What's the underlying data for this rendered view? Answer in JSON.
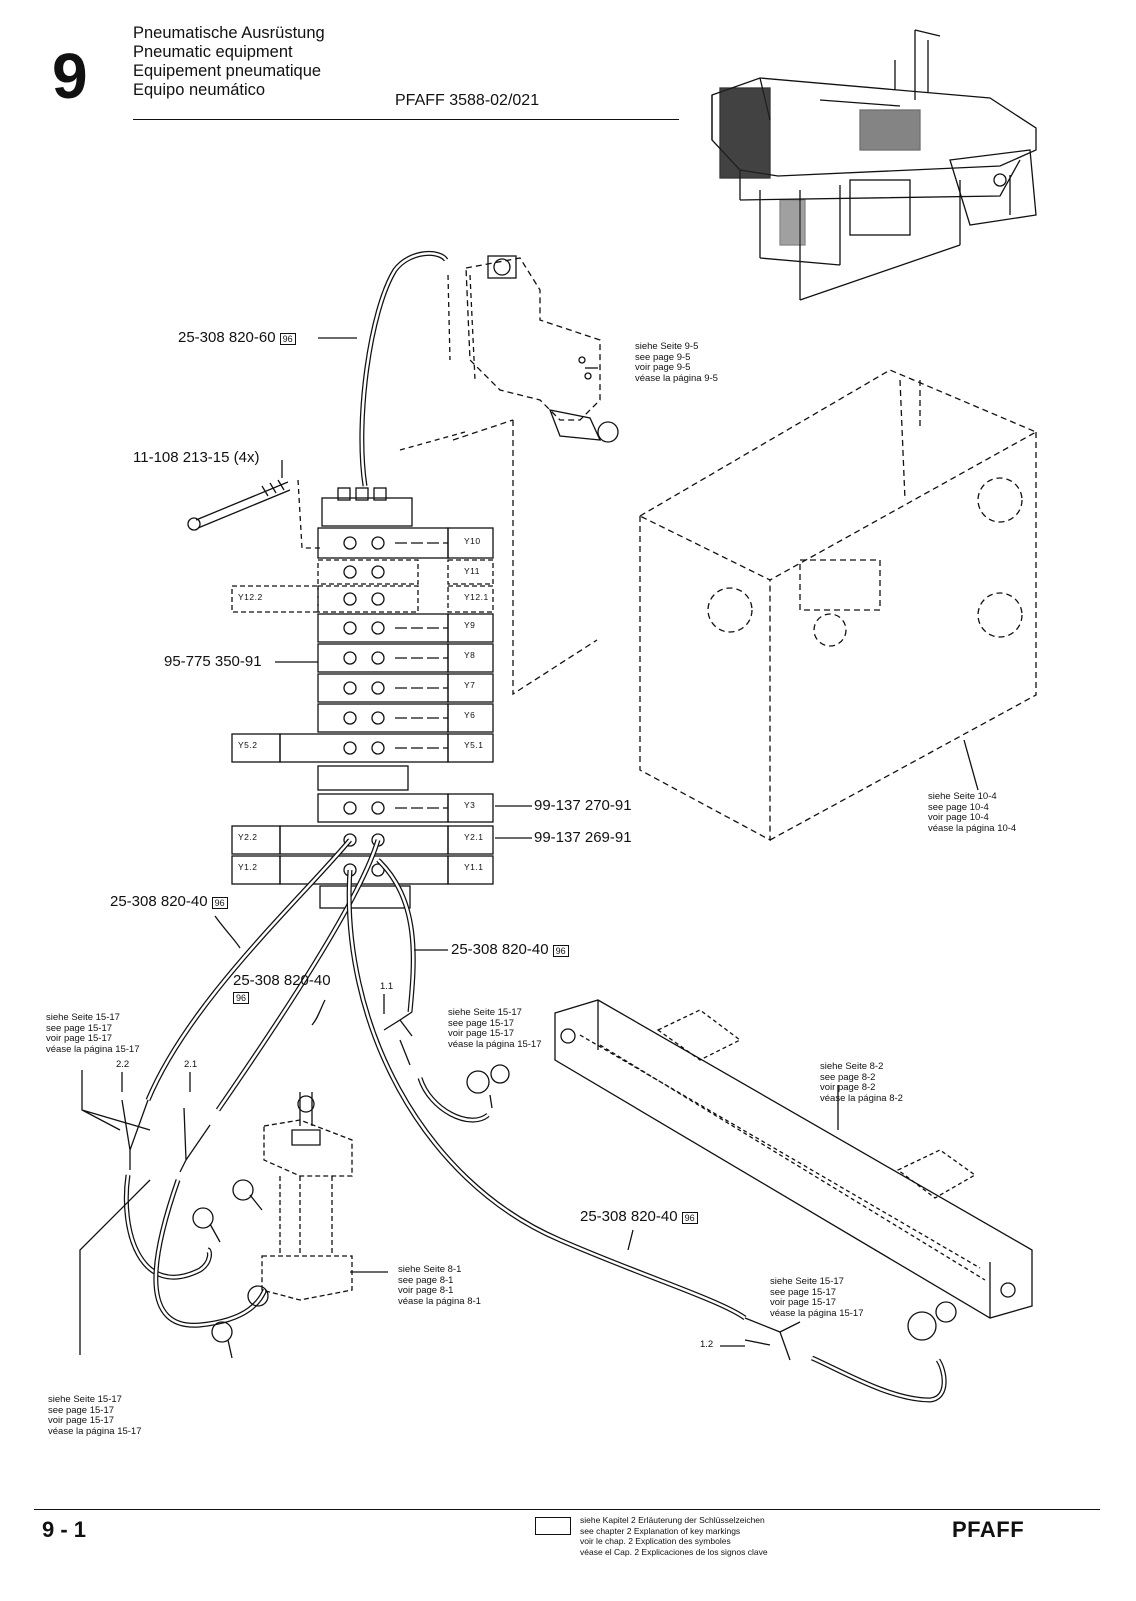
{
  "header": {
    "chapter_number": "9",
    "title_de": "Pneumatische Ausrüstung",
    "title_en": "Pneumatic equipment",
    "title_fr": "Equipement pneumatique",
    "title_es": "Equipo neumático",
    "model": "PFAFF 3588-02/021"
  },
  "callouts": {
    "hose_60": "25-308 820-60",
    "screw": "11-108 213-15 (4x)",
    "valve_block": "95-775 350-91",
    "part_270": "99-137 270-91",
    "part_269": "99-137 269-91",
    "hose_40_a": "25-308 820-40",
    "hose_40_b": "25-308 820-40",
    "hose_40_c": "25-308 820-40",
    "hose_40_d": "25-308 820-40",
    "key_mark": "96"
  },
  "references": {
    "page_9_5": [
      "siehe Seite 9-5",
      "see page 9-5",
      "voir page 9-5",
      "véase la página 9-5"
    ],
    "page_10_4": [
      "siehe Seite 10-4",
      "see page 10-4",
      "voir page 10-4",
      "véase la página 10-4"
    ],
    "page_15_17_left": [
      "siehe Seite 15-17",
      "see page 15-17",
      "voir page 15-17",
      "véase la página 15-17"
    ],
    "page_15_17_mid": [
      "siehe Seite 15-17",
      "see page 15-17",
      "voir page 15-17",
      "véase la página 15-17"
    ],
    "page_8_2": [
      "siehe Seite 8-2",
      "see page 8-2",
      "voir page 8-2",
      "véase la página 8-2"
    ],
    "page_8_1": [
      "siehe Seite 8-1",
      "see page 8-1",
      "voir page 8-1",
      "véase la página 8-1"
    ],
    "page_15_17_right": [
      "siehe Seite 15-17",
      "see page 15-17",
      "voir page 15-17",
      "véase la página 15-17"
    ],
    "page_15_17_bottom": [
      "siehe Seite 15-17",
      "see page 15-17",
      "voir page 15-17",
      "véase la página 15-17"
    ]
  },
  "valves": {
    "y10": "Y10",
    "y11": "Y11",
    "y12_2": "Y12.2",
    "y12_1": "Y12.1",
    "y9": "Y9",
    "y8": "Y8",
    "y7": "Y7",
    "y6": "Y6",
    "y5_2": "Y5.2",
    "y5_1": "Y5.1",
    "y3": "Y3",
    "y2_2": "Y2.2",
    "y2_1": "Y2.1",
    "y1_2": "Y1.2",
    "y1_1": "Y1.1"
  },
  "ports": {
    "p1_1": "1.1",
    "p2_2": "2.2",
    "p2_1": "2.1",
    "p1_2": "1.2"
  },
  "footer": {
    "page_number": "9 - 1",
    "legend": [
      "siehe Kapitel 2 Erläuterung der Schlüsselzeichen",
      "see chapter 2 Explanation of key markings",
      "voir le chap. 2 Explication des symboles",
      "véase el Cap. 2 Explicaciones de los signos clave"
    ],
    "brand": "PFAFF"
  }
}
